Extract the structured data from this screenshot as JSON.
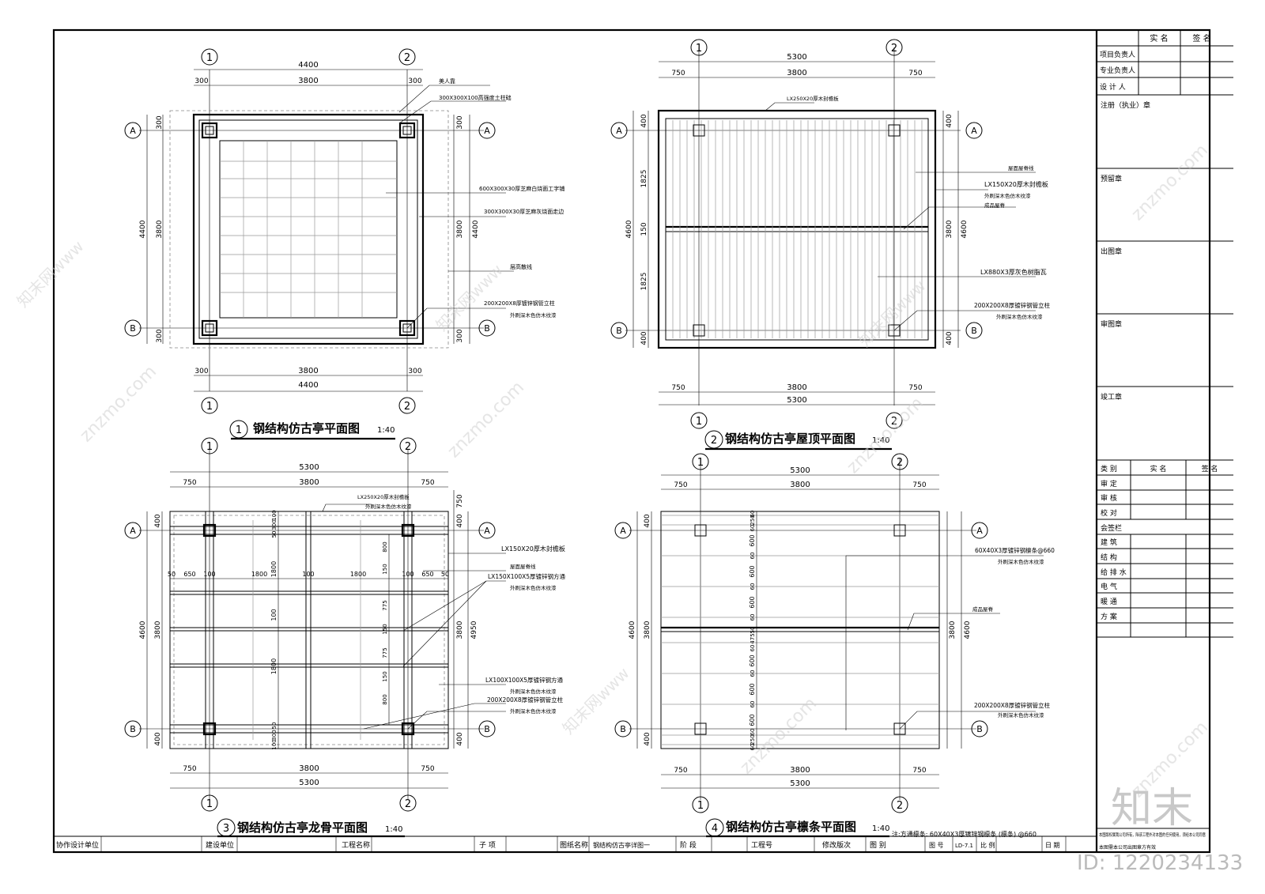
{
  "title_block": {
    "header_col1": "实 名",
    "header_col2": "签 名",
    "rows": [
      "项目负责人",
      "专业负责人",
      "设 计 人"
    ],
    "stamp_sections": [
      "注册（执业）章",
      "预留章",
      "出图章",
      "审图章",
      "竣工章"
    ],
    "review_header": [
      "类 别",
      "实 名",
      "签 名"
    ],
    "review_rows": [
      "审 定",
      "审 核",
      "校 对"
    ],
    "sign_header": "会签栏",
    "sign_rows": [
      "建 筑",
      "结 构",
      "给 排 水",
      "电 气",
      "暖 通",
      "方 案"
    ],
    "copyright": "本图版权属我公司所有，除该工程外对本图的任何使用，须经本公司同意",
    "stamp_note": "本图需本公司出图章方有效"
  },
  "bottom_bar": {
    "cells": [
      "协作设计单位",
      "建设单位",
      "工程名称",
      "子 项",
      "图纸名称",
      "钢结构仿古亭详图一",
      "阶 段",
      "工程号",
      "修改版次",
      "图 别",
      "图 号",
      "LD-7.1",
      "比 例",
      "日 期"
    ]
  },
  "drawings": [
    {
      "num": "1",
      "title": "钢结构仿古亭平面图",
      "scale": "1:40"
    },
    {
      "num": "2",
      "title": "钢结构仿古亭屋顶平面图",
      "scale": "1:40"
    },
    {
      "num": "3",
      "title": "钢结构仿古亭龙骨平面图",
      "scale": "1:40"
    },
    {
      "num": "4",
      "title": "钢结构仿古亭檩条平面图",
      "scale": "1:40"
    }
  ],
  "axes": {
    "num1": "1",
    "num2": "2",
    "A": "A",
    "B": "B"
  },
  "d1": {
    "dims_top": [
      "4400",
      "300",
      "3800",
      "300"
    ],
    "dims_bottom": [
      "300",
      "3800",
      "300",
      "4400"
    ],
    "dims_left": [
      "300",
      "3800",
      "300",
      "4400"
    ],
    "dims_right": [
      "300",
      "3800",
      "300",
      "4400"
    ],
    "notes": [
      "美人靠",
      "300X300X100高强度土柱础",
      "600X300X30厚芝麻白烧面工字铺",
      "300X300X30厚芝麻灰烧面走边",
      "层高散线",
      "200X200X8厚镀锌钢管立柱",
      "外刷深木色仿木纹漆"
    ]
  },
  "d2": {
    "dims_top": [
      "5300",
      "750",
      "3800",
      "750"
    ],
    "dims_bottom": [
      "750",
      "3800",
      "750",
      "5300"
    ],
    "dims_left": [
      "400",
      "1825",
      "150",
      "1825",
      "400",
      "4600"
    ],
    "dims_right": [
      "400",
      "3800",
      "400",
      "4600"
    ],
    "notes": [
      "LX250X20厚木封檐板",
      "屋面屋脊线",
      "LX150X20厚木封檐板",
      "外刷深木色仿木纹漆",
      "成品屋脊",
      "LX880X3厚灰色树脂瓦",
      "200X200X8厚镀锌钢管立柱",
      "外刷深木色仿木纹漆"
    ]
  },
  "d3": {
    "dims_top": [
      "5300",
      "750",
      "3800",
      "750"
    ],
    "dims_bottom": [
      "750",
      "3800",
      "750",
      "5300"
    ],
    "dims_left": [
      "400",
      "3800",
      "400",
      "4600"
    ],
    "dims_right": [
      "750",
      "400",
      "3800",
      "4950",
      "400"
    ],
    "dims_mid": [
      "50",
      "650",
      "100",
      "1800",
      "100",
      "1800",
      "100",
      "650",
      "50"
    ],
    "dims_vert": [
      "100",
      "300",
      "50",
      "1800",
      "100",
      "1800",
      "50",
      "300",
      "100",
      "800",
      "150",
      "775",
      "150",
      "775",
      "150",
      "800"
    ],
    "notes": [
      "LX250X20厚木封檐板",
      "外刷深木色仿木纹漆",
      "LX150X20厚木封檐板",
      "屋面屋脊线",
      "LX150X100X5厚镀锌钢方通",
      "外刷深木色仿木纹漆",
      "LX100X100X5厚镀锌钢方通",
      "外刷深木色仿木纹漆",
      "200X200X8厚镀锌钢管立柱",
      "外刷深木色仿木纹漆"
    ]
  },
  "d4": {
    "dims_top": [
      "5300",
      "750",
      "3800",
      "750"
    ],
    "dims_bottom": [
      "750",
      "3800",
      "750",
      "5300"
    ],
    "dims_left": [
      "400",
      "3800",
      "400",
      "4600"
    ],
    "dims_right": [
      "3800",
      "4600"
    ],
    "dims_vert": [
      "60",
      "250",
      "60",
      "600",
      "60",
      "600",
      "60",
      "600",
      "60",
      "475",
      "50",
      "475",
      "60",
      "600",
      "60",
      "600",
      "60",
      "600",
      "60",
      "250",
      "60"
    ],
    "notes": [
      "60X40X3厚镀锌钢檩条@660",
      "外刷深木色仿木纹漆",
      "成品屋脊",
      "200X200X8厚镀锌钢管立柱",
      "外刷深木色仿木纹漆"
    ],
    "footnote": "注:方通檩条: 60X40X3厚镀锌钢檩条 (檩条) @660"
  },
  "watermark": {
    "text": "znzmo.com",
    "text2": "知末网www",
    "logo": "知末",
    "id": "ID: 1220234133"
  }
}
